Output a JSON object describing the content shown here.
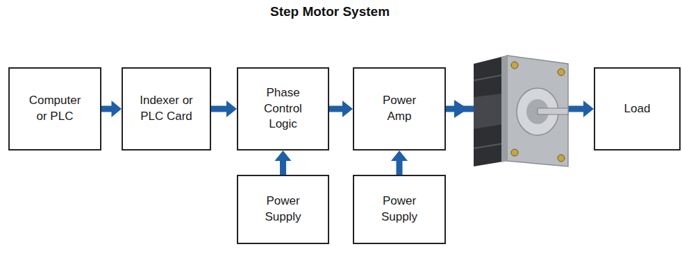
{
  "diagram": {
    "title": "Step Motor System",
    "nodes": [
      {
        "text": [
          "Computer or PLC"
        ]
      },
      {
        "text": [
          "Indexer or PLC Card"
        ]
      },
      {
        "text": [
          "Phase Control Logic"
        ]
      },
      {
        "text": [
          "Power Amp"
        ]
      },
      {
        "text": [
          "Load"
        ]
      },
      {
        "text": [
          "Power Supply"
        ]
      },
      {
        "text": [
          "Power Supply"
        ]
      }
    ],
    "edges": [
      {
        "from": 0,
        "to": 1,
        "arrow": "to"
      },
      {
        "from": 1,
        "to": 2,
        "arrow": "to"
      },
      {
        "from": 2,
        "to": 3,
        "arrow": "to"
      },
      {
        "from": 3,
        "to": 4,
        "arrow": "to"
      },
      {
        "from": 5,
        "to": 2,
        "arrow": "to"
      },
      {
        "from": 6,
        "to": 3,
        "arrow": "to"
      }
    ]
  }
}
